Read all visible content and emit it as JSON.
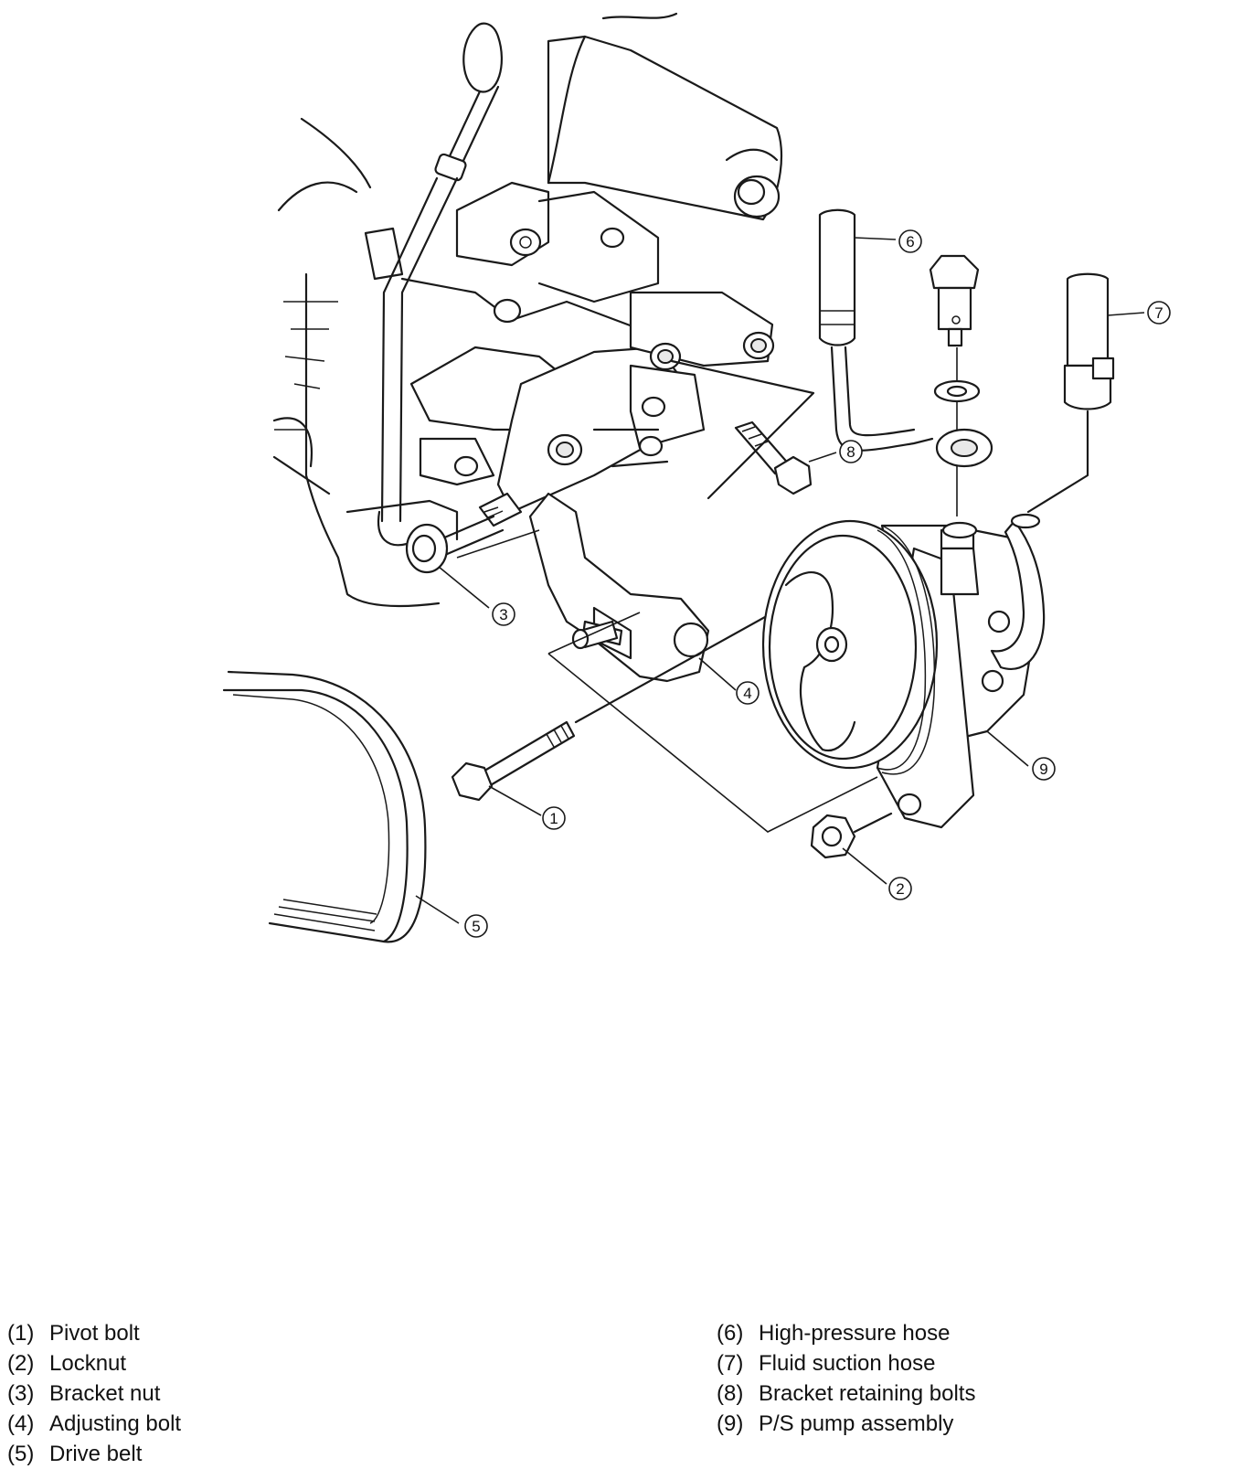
{
  "callouts": [
    "1",
    "2",
    "3",
    "4",
    "5",
    "6",
    "7",
    "8",
    "9"
  ],
  "legend": {
    "left": [
      {
        "num": "(1)",
        "label": "Pivot bolt"
      },
      {
        "num": "(2)",
        "label": "Locknut"
      },
      {
        "num": "(3)",
        "label": "Bracket nut"
      },
      {
        "num": "(4)",
        "label": "Adjusting bolt"
      },
      {
        "num": "(5)",
        "label": "Drive belt"
      }
    ],
    "right": [
      {
        "num": "(6)",
        "label": "High-pressure hose"
      },
      {
        "num": "(7)",
        "label": "Fluid suction hose"
      },
      {
        "num": "(8)",
        "label": "Bracket retaining bolts"
      },
      {
        "num": "(9)",
        "label": "P/S pump assembly"
      }
    ]
  }
}
